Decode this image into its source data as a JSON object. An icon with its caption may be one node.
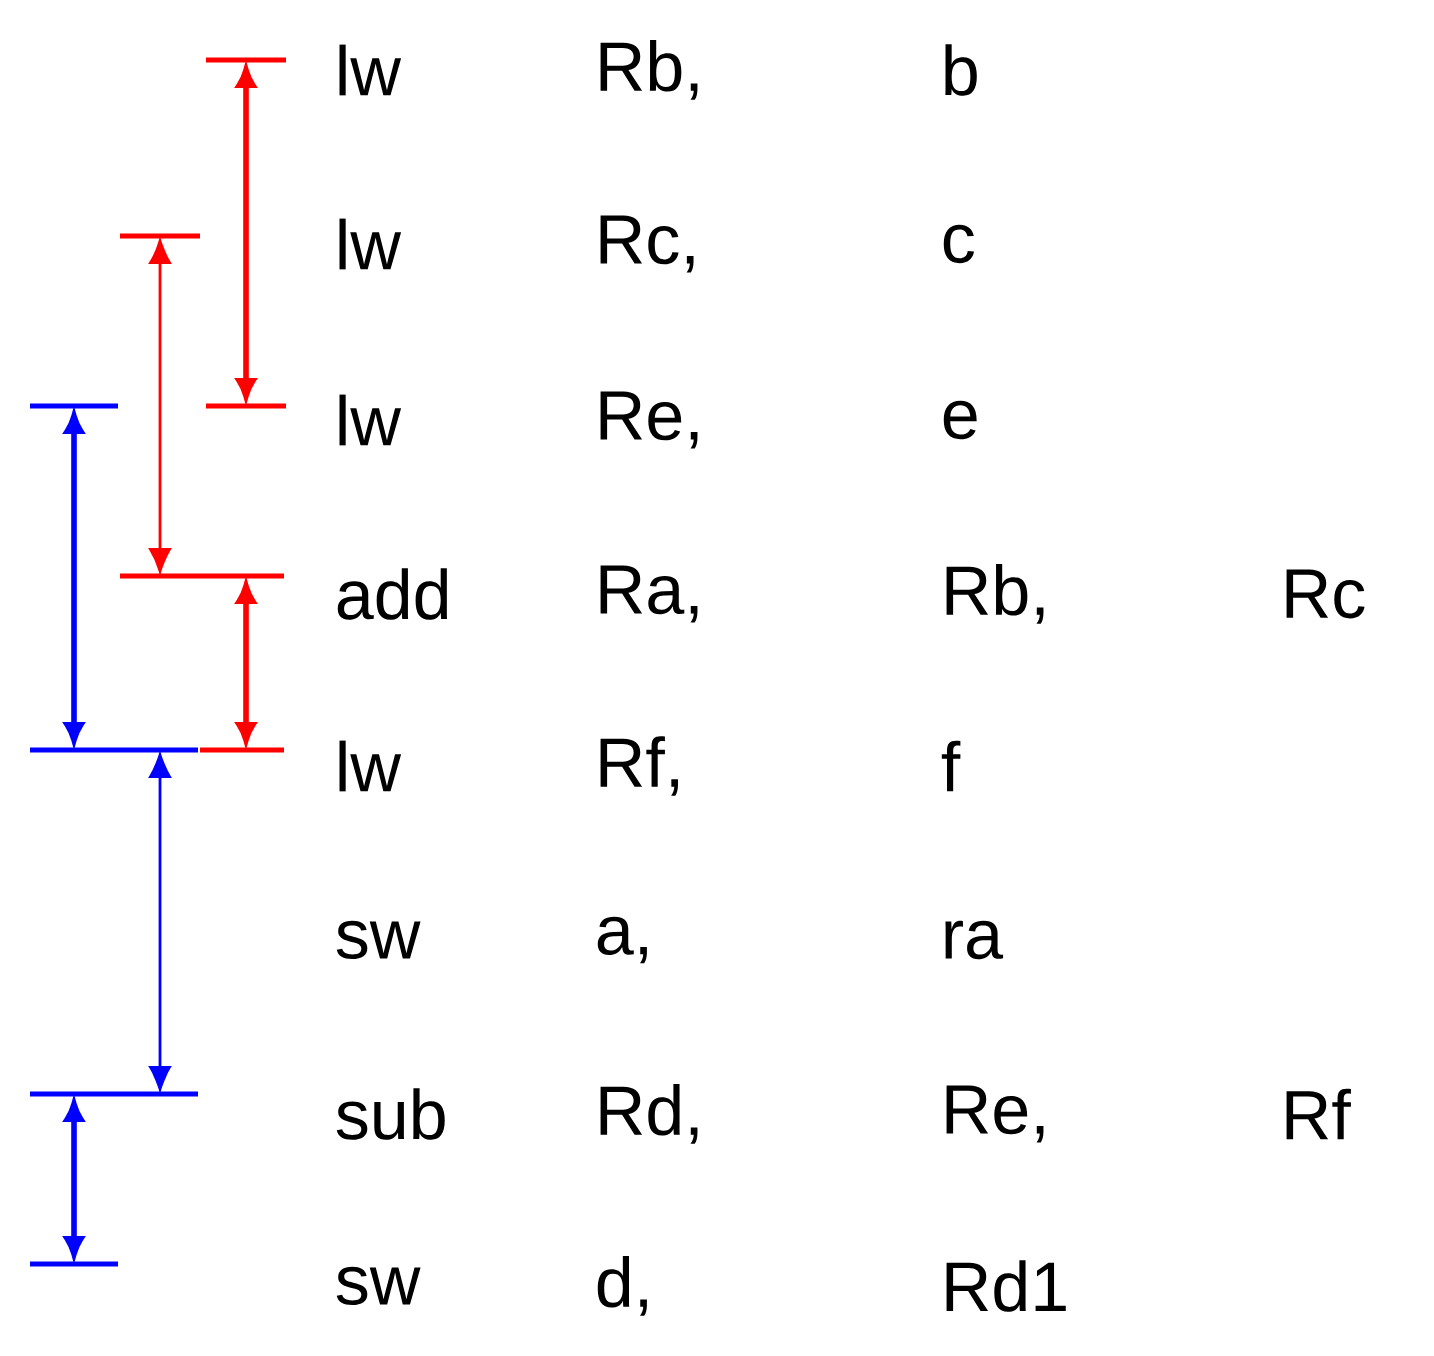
{
  "diagram": {
    "nodes": [
      {
        "text": [],
        "shape": "bar"
      },
      {
        "text": [],
        "shape": "bar"
      },
      {
        "text": [],
        "shape": "bar"
      },
      {
        "text": [],
        "shape": "bar"
      },
      {
        "text": [],
        "shape": "bar"
      },
      {
        "text": [],
        "shape": "bar"
      },
      {
        "text": [],
        "shape": "bar"
      },
      {
        "text": [],
        "shape": "bar"
      },
      {
        "text": [],
        "shape": "bar"
      }
    ],
    "edges": [
      {
        "from": 0,
        "to": 3,
        "arrow": "both",
        "color": "#ff0000"
      },
      {
        "from": 1,
        "to": 4,
        "arrow": "both",
        "color": "#ff0000"
      },
      {
        "from": 4,
        "to": 6,
        "arrow": "both",
        "color": "#ff0000"
      },
      {
        "from": 2,
        "to": 5,
        "arrow": "both",
        "color": "#0000ff"
      },
      {
        "from": 5,
        "to": 7,
        "arrow": "both",
        "color": "#0000ff"
      },
      {
        "from": 7,
        "to": 8,
        "arrow": "both",
        "color": "#0000ff"
      }
    ],
    "labels": [
      "lw",
      "Rb,",
      "b",
      "lw",
      "Rc,",
      "c",
      "lw",
      "Re,",
      "e",
      "add",
      "Ra,",
      "Rb,",
      "Rc",
      "lw",
      "Rf,",
      "f",
      "sw",
      "a,",
      "ra",
      "sub",
      "Rd,",
      "Re,",
      "Rf",
      "sw",
      "d,",
      "Rd1"
    ]
  }
}
